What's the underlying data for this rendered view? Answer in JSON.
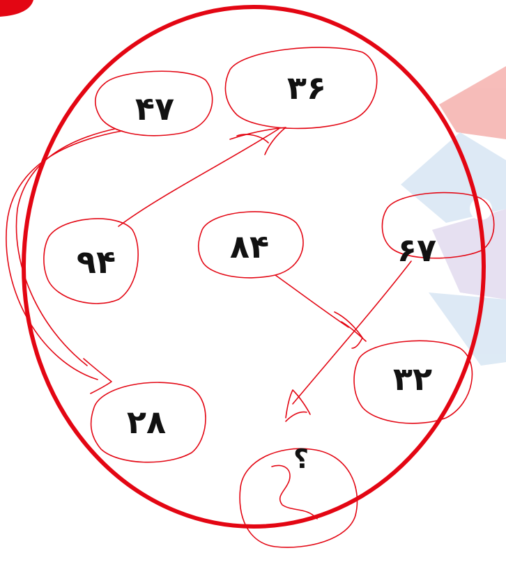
{
  "numbers": {
    "n47": "۴۷",
    "n36": "۳۶",
    "n94": "۹۴",
    "n84": "۸۴",
    "n67": "۶۷",
    "n32": "۳۲",
    "n28": "۲۸",
    "question": "؟"
  },
  "colors": {
    "ink": "#e30613",
    "text": "#111111",
    "wm_red": "#e8413a",
    "wm_blue": "#9fc3e3",
    "wm_purple": "#b9a9d9"
  }
}
